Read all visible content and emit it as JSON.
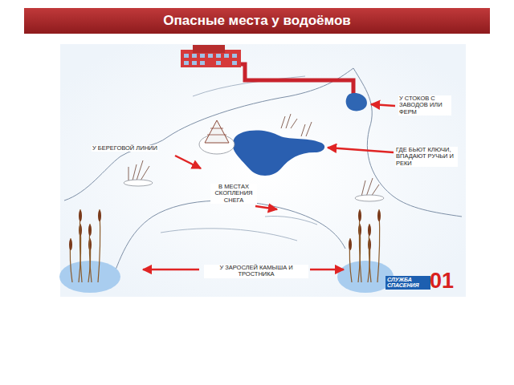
{
  "diagram": {
    "title": "Опасные места у водоёмов",
    "labels": [
      "У СТОКОВ С ЗАВОДОВ ИЛИ ФЕРМ",
      "ГДЕ БЬЮТ КЛЮЧИ, ВПАДАЮТ РУЧЬИ И РЕКИ",
      "У БЕРЕГОВОЙ ЛИНИИ",
      "В МЕСТАХ СКОПЛЕНИЯ СНЕГА",
      "У ЗАРОСЛЕЙ КАМЫША И ТРОСТНИКА",
      "СЛУЖБА СПАСЕНИЯ",
      "01"
    ]
  }
}
